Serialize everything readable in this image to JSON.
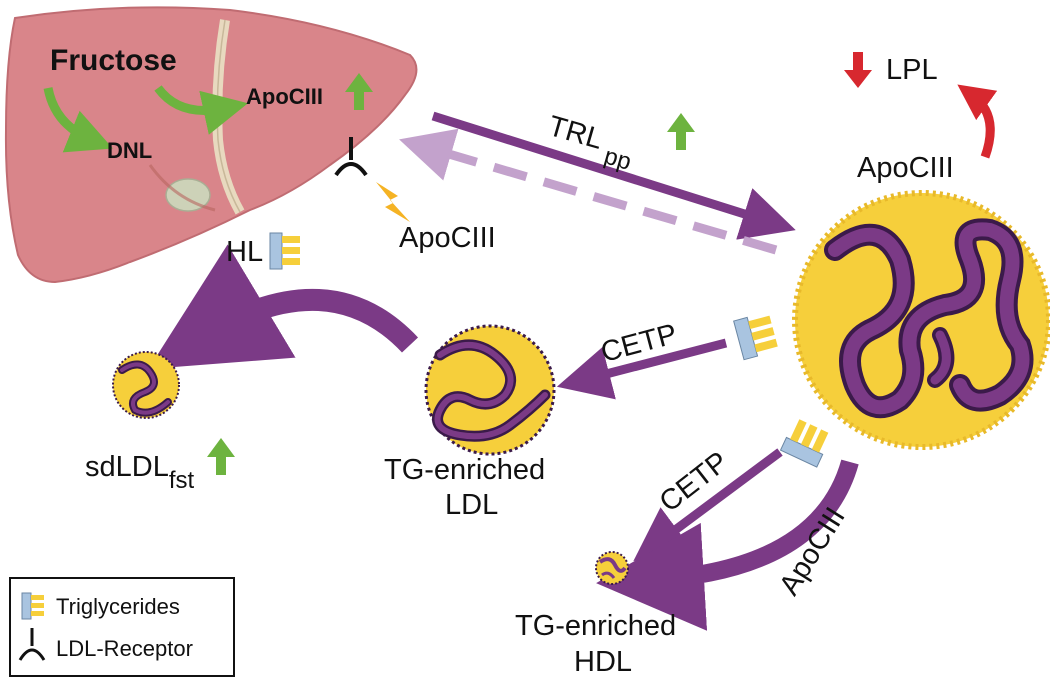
{
  "liver": {
    "fructose": "Fructose",
    "dnl": "DNL",
    "apociii": "ApoCIII"
  },
  "labels": {
    "apociii_receptor": "ApoCIII",
    "trl": "TRL",
    "trl_sub": "pp",
    "lpl": "LPL",
    "apociii_trl": "ApoCIII",
    "hl": "HL",
    "cetp_ldl": "CETP",
    "cetp_hdl": "CETP",
    "apociii_hdl": "ApoCIII",
    "sdldl": "sdLDL",
    "sdldl_sub": "fst",
    "tg_ldl_1": "TG-enriched",
    "tg_ldl_2": "LDL",
    "tg_hdl_1": "TG-enriched",
    "tg_hdl_2": "HDL"
  },
  "legend": {
    "triglycerides": "Triglycerides",
    "ldl_receptor": "LDL-Receptor"
  },
  "colors": {
    "liver": "#d9858a",
    "purple": "#7b3a86",
    "purple_light": "#c3a2cc",
    "yellow": "#f6cf3b",
    "up_green": "#6db33f",
    "down_red": "#d7282f",
    "bolt": "#f5b324"
  },
  "icons": {
    "up": "up-arrow-icon",
    "down": "down-arrow-icon",
    "receptor": "ldl-receptor-icon",
    "triglyceride": "triglyceride-icon",
    "bolt": "lightning-icon"
  }
}
